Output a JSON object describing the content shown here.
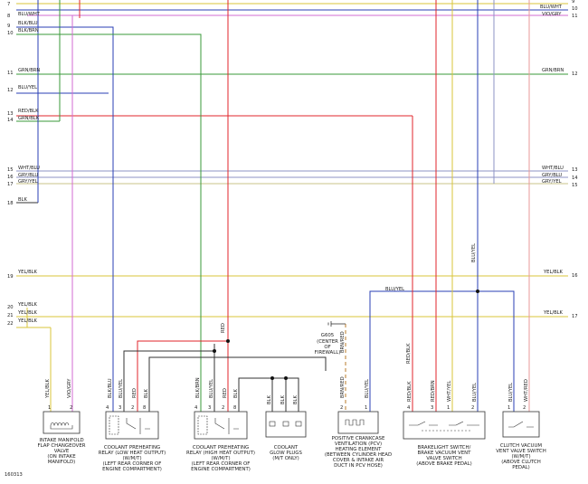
{
  "left_wires": [
    {
      "num": "7",
      "label": ""
    },
    {
      "num": "8",
      "label": "BLU/WHT"
    },
    {
      "num": "9",
      "label": "BLK/BLU"
    },
    {
      "num": "10",
      "label": "BLK/BRN"
    },
    {
      "num": "11",
      "label": "GRN/BRN"
    },
    {
      "num": "12",
      "label": "BLU/YEL"
    },
    {
      "num": "13",
      "label": "RED/BLK"
    },
    {
      "num": "14",
      "label": "GRN/BLK"
    },
    {
      "num": "15",
      "label": "WHT/BLU"
    },
    {
      "num": "16",
      "label": "GRY/BLU"
    },
    {
      "num": "17",
      "label": "GRY/YEL"
    },
    {
      "num": "18",
      "label": "BLK"
    },
    {
      "num": "19",
      "label": "YEL/BLK"
    },
    {
      "num": "20",
      "label": "YEL/BLK"
    },
    {
      "num": "21",
      "label": "YEL/BLK"
    },
    {
      "num": "22",
      "label": "YEL/BLK"
    }
  ],
  "right_wires": [
    {
      "num": "9",
      "label": ""
    },
    {
      "num": "10",
      "label": "BLU/WHT"
    },
    {
      "num": "11",
      "label": "VIO/GRY"
    },
    {
      "num": "12",
      "label": "GRN/BRN"
    },
    {
      "num": "13",
      "label": "WHT/BLU"
    },
    {
      "num": "14",
      "label": "GRY/BLU"
    },
    {
      "num": "15",
      "label": "GRY/YEL"
    },
    {
      "num": "16",
      "label": "YEL/BLK"
    },
    {
      "num": "17",
      "label": "YEL/BLK"
    }
  ],
  "wire_labels": {
    "red_vertical": "RED",
    "blu_yel_splice": "BLU/YEL",
    "blu_yel_vertical": "BLU/YEL",
    "brn_red": "BRN/RED",
    "red_blk": "RED/BLK",
    "ground_id": "G605",
    "ground_loc": [
      "(CENTER",
      "OF",
      "FIREWALL)"
    ]
  },
  "components": [
    {
      "caption": [
        "INTAKE MANIFOLD",
        "FLAP CHANGEOVER",
        "VALVE",
        "(ON INTAKE",
        "MANIFOLD)"
      ],
      "pins": [
        {
          "n": "1",
          "w": "YEL/BLK"
        },
        {
          "n": "2",
          "w": "VIO/GRY"
        }
      ]
    },
    {
      "caption": [
        "COOLANT PREHEATING",
        "RELAY (LOW HEAT OUTPUT)",
        "(W/M/T)",
        "(LEFT REAR CORNER OF",
        "ENGINE COMPARTMENT)"
      ],
      "pins": [
        {
          "n": "4",
          "w": "BLK/BLU"
        },
        {
          "n": "3",
          "w": "BLU/YEL"
        },
        {
          "n": "2",
          "w": "RED"
        },
        {
          "n": "8",
          "w": "BLK"
        }
      ]
    },
    {
      "caption": [
        "COOLANT PREHEATING",
        "RELAY (HIGH HEAT OUTPUT)",
        "(W/M/T)",
        "(LEFT REAR CORNER OF",
        "ENGINE COMPARTMENT)"
      ],
      "pins": [
        {
          "n": "4",
          "w": "BLK/BRN"
        },
        {
          "n": "3",
          "w": "BLU/YEL"
        },
        {
          "n": "2",
          "w": "RED"
        },
        {
          "n": "8",
          "w": "BLK"
        }
      ]
    },
    {
      "caption": [
        "COOLANT",
        "GLOW PLUGS",
        "(M/T ONLY)"
      ],
      "pins": [
        {
          "n": "",
          "w": "BLK"
        },
        {
          "n": "",
          "w": "BLK"
        },
        {
          "n": "",
          "w": "BLK"
        }
      ]
    },
    {
      "caption": [
        "POSITIVE CRANKCASE",
        "VENTILATION (PCV)",
        "HEATING ELEMENT",
        "(BETWEEN CYLINDER HEAD",
        "COVER & INTAKE AIR",
        "DUCT IN PCV HOSE)"
      ],
      "pins": [
        {
          "n": "2",
          "w": "BRN/RED"
        },
        {
          "n": "1",
          "w": "BLU/YEL"
        }
      ]
    },
    {
      "caption": [
        "BRAKELIGHT SWITCH/",
        "BRAKE VACUUM VENT",
        "VALVE SWITCH",
        "(ABOVE BRAKE PEDAL)"
      ],
      "pins": [
        {
          "n": "4",
          "w": "RED/BLK"
        },
        {
          "n": "3",
          "w": "RED/BRN"
        },
        {
          "n": "1",
          "w": "WHT/YEL"
        },
        {
          "n": "2",
          "w": "BLU/YEL"
        }
      ]
    },
    {
      "caption": [
        "CLUTCH VACUUM",
        "VENT VALVE SWITCH",
        "(W/M/T)",
        "(ABOVE CLUTCH",
        "PEDAL)"
      ],
      "pins": [
        {
          "n": "1",
          "w": "BLU/YEL"
        },
        {
          "n": "2",
          "w": "WHT/RED"
        }
      ]
    }
  ],
  "figure_id": "160313",
  "colors": {
    "blue": "#2a3fb5",
    "green": "#3a9a3a",
    "red": "#e0262b",
    "violet": "#d36bd3",
    "yellow": "#d8c53a",
    "gray": "#8e93c6",
    "black": "#333333",
    "brown": "#b87b2b"
  }
}
